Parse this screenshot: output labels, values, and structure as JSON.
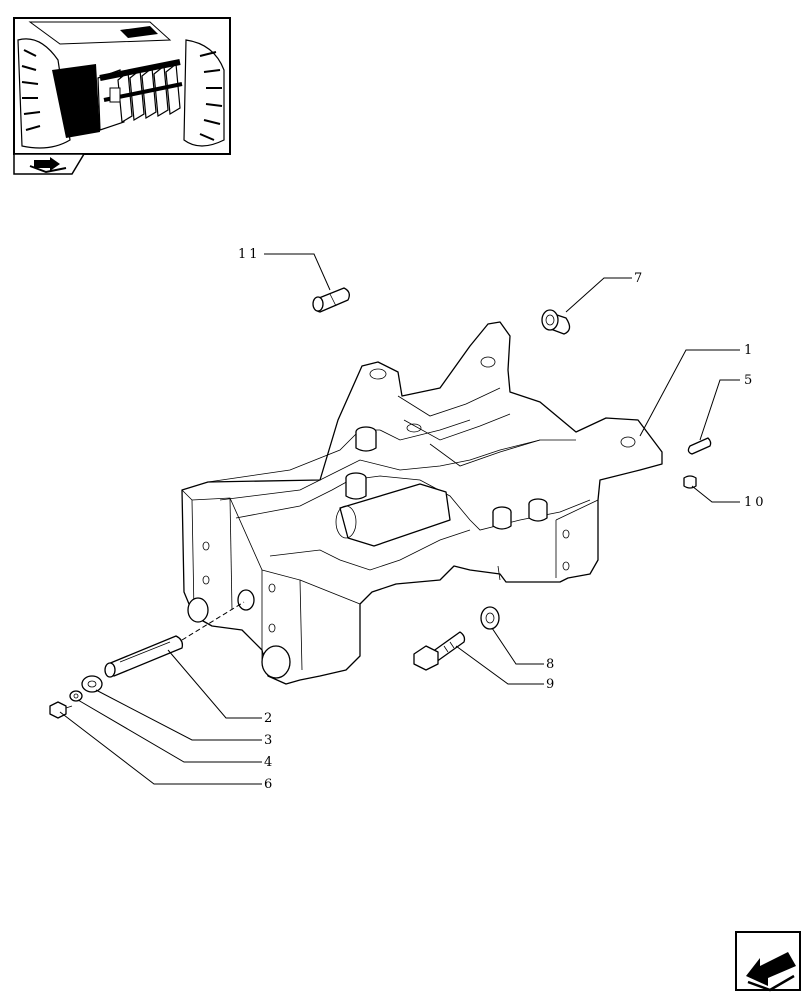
{
  "callouts": [
    {
      "id": "c1",
      "label": "1"
    },
    {
      "id": "c2",
      "label": "2"
    },
    {
      "id": "c3",
      "label": "3"
    },
    {
      "id": "c4",
      "label": "4"
    },
    {
      "id": "c5",
      "label": "5"
    },
    {
      "id": "c6",
      "label": "6"
    },
    {
      "id": "c7",
      "label": "7"
    },
    {
      "id": "c8",
      "label": "8"
    },
    {
      "id": "c9",
      "label": "9"
    },
    {
      "id": "c10",
      "label": "10"
    },
    {
      "id": "c11",
      "label": "11"
    }
  ],
  "icons": {
    "thumbnail": "tractor-front-weights-thumbnail",
    "thumbnail_badge": "book-arrow-icon",
    "nav_arrow": "next-page-arrow-icon"
  }
}
